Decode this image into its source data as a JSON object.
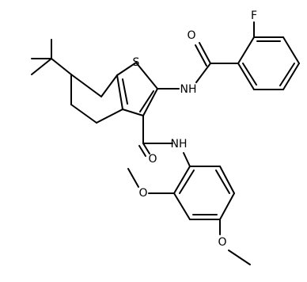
{
  "colors": {
    "background": "#ffffff",
    "ink": "#000000"
  },
  "labels": {
    "sulfur": "S",
    "fluorine": "F",
    "amide_o_top": "O",
    "amide_nh_top": "NH",
    "amide_o_bottom": "O",
    "amide_nh_bottom": "NH",
    "methoxy_o_ortho": "O",
    "methoxy_o_para": "O"
  }
}
